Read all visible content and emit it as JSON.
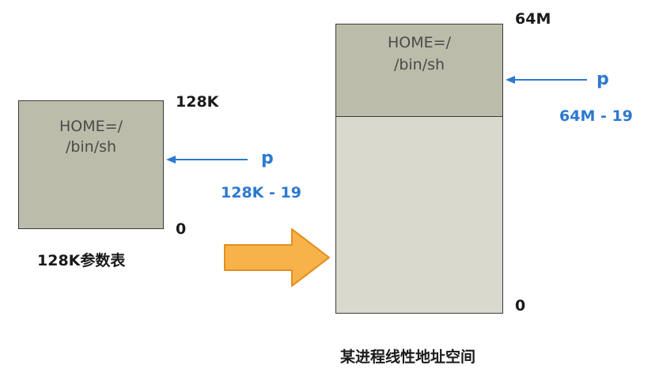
{
  "left_table": {
    "line1": "HOME=/",
    "line2": "/bin/sh",
    "top_label": "128K",
    "bottom_label": "0",
    "pointer_label": "p",
    "pointer_value": "128K - 19",
    "caption": "128K参数表"
  },
  "right_space": {
    "line1": "HOME=/",
    "line2": "/bin/sh",
    "top_label": "64M",
    "bottom_label": "0",
    "pointer_label": "p",
    "pointer_value": "64M - 19",
    "caption": "某进程线性地址空间"
  },
  "colors": {
    "param_block": "#bcbcaa",
    "space_block": "#d9d9ce",
    "pointer_blue": "#2e79d0",
    "transfer_arrow_fill": "#f7b24a",
    "transfer_arrow_stroke": "#e58e1a"
  }
}
